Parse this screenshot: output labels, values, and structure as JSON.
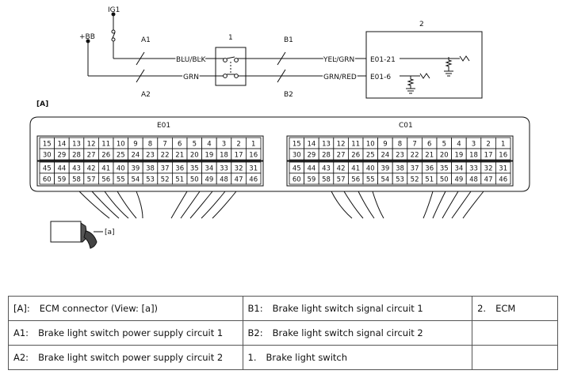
{
  "wiring": {
    "ig1": "IG1",
    "bb": "+BB",
    "a1": "A1",
    "a2": "A2",
    "b1": "B1",
    "b2": "B2",
    "switch_no": "1",
    "ecm_no": "2",
    "wire_blu_blk": "BLU/BLK",
    "wire_grn": "GRN",
    "wire_yel_grn": "YEL/GRN",
    "wire_grn_red": "GRN/RED",
    "pin_e01_21": "E01-21",
    "pin_e01_6": "E01-6"
  },
  "connector": {
    "view_tag": "[A]",
    "left_name": "E01",
    "right_name": "C01",
    "row1": [
      "15",
      "14",
      "13",
      "12",
      "11",
      "10",
      "9",
      "8",
      "7",
      "6",
      "5",
      "4",
      "3",
      "2",
      "1"
    ],
    "row2": [
      "30",
      "29",
      "28",
      "27",
      "26",
      "25",
      "24",
      "23",
      "22",
      "21",
      "20",
      "19",
      "18",
      "17",
      "16"
    ],
    "row3": [
      "45",
      "44",
      "43",
      "42",
      "41",
      "40",
      "39",
      "38",
      "37",
      "36",
      "35",
      "34",
      "33",
      "32",
      "31"
    ],
    "row4": [
      "60",
      "59",
      "58",
      "57",
      "56",
      "55",
      "54",
      "53",
      "52",
      "51",
      "50",
      "49",
      "48",
      "47",
      "46"
    ],
    "view_label": "[a]"
  },
  "legend": {
    "r1c1_k": "[A]:",
    "r1c1_v": "ECM connector (View: [a])",
    "r1c2_k": "B1:",
    "r1c2_v": "Brake light switch signal circuit 1",
    "r1c3_k": "2.",
    "r1c3_v": "ECM",
    "r2c1_k": "A1:",
    "r2c1_v": "Brake light switch power supply circuit 1",
    "r2c2_k": "B2:",
    "r2c2_v": "Brake light switch signal circuit 2",
    "r3c1_k": "A2:",
    "r3c1_v": "Brake light switch power supply circuit 2",
    "r3c2_k": "1.",
    "r3c2_v": "Brake light switch"
  }
}
